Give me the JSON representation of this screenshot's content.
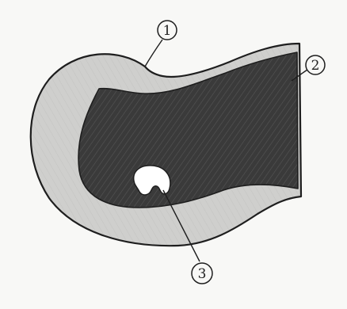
{
  "figure": {
    "callouts": [
      {
        "number": "1",
        "refers_to": "outer-layer"
      },
      {
        "number": "2",
        "refers_to": "inner-region"
      },
      {
        "number": "3",
        "refers_to": "cavity"
      }
    ],
    "colors": {
      "background": "#f8f8f6",
      "outer_layer": "#cdcdcb",
      "inner_region": "#3c3c3c",
      "cavity": "#ffffff",
      "outline": "#1e1e1e"
    }
  }
}
